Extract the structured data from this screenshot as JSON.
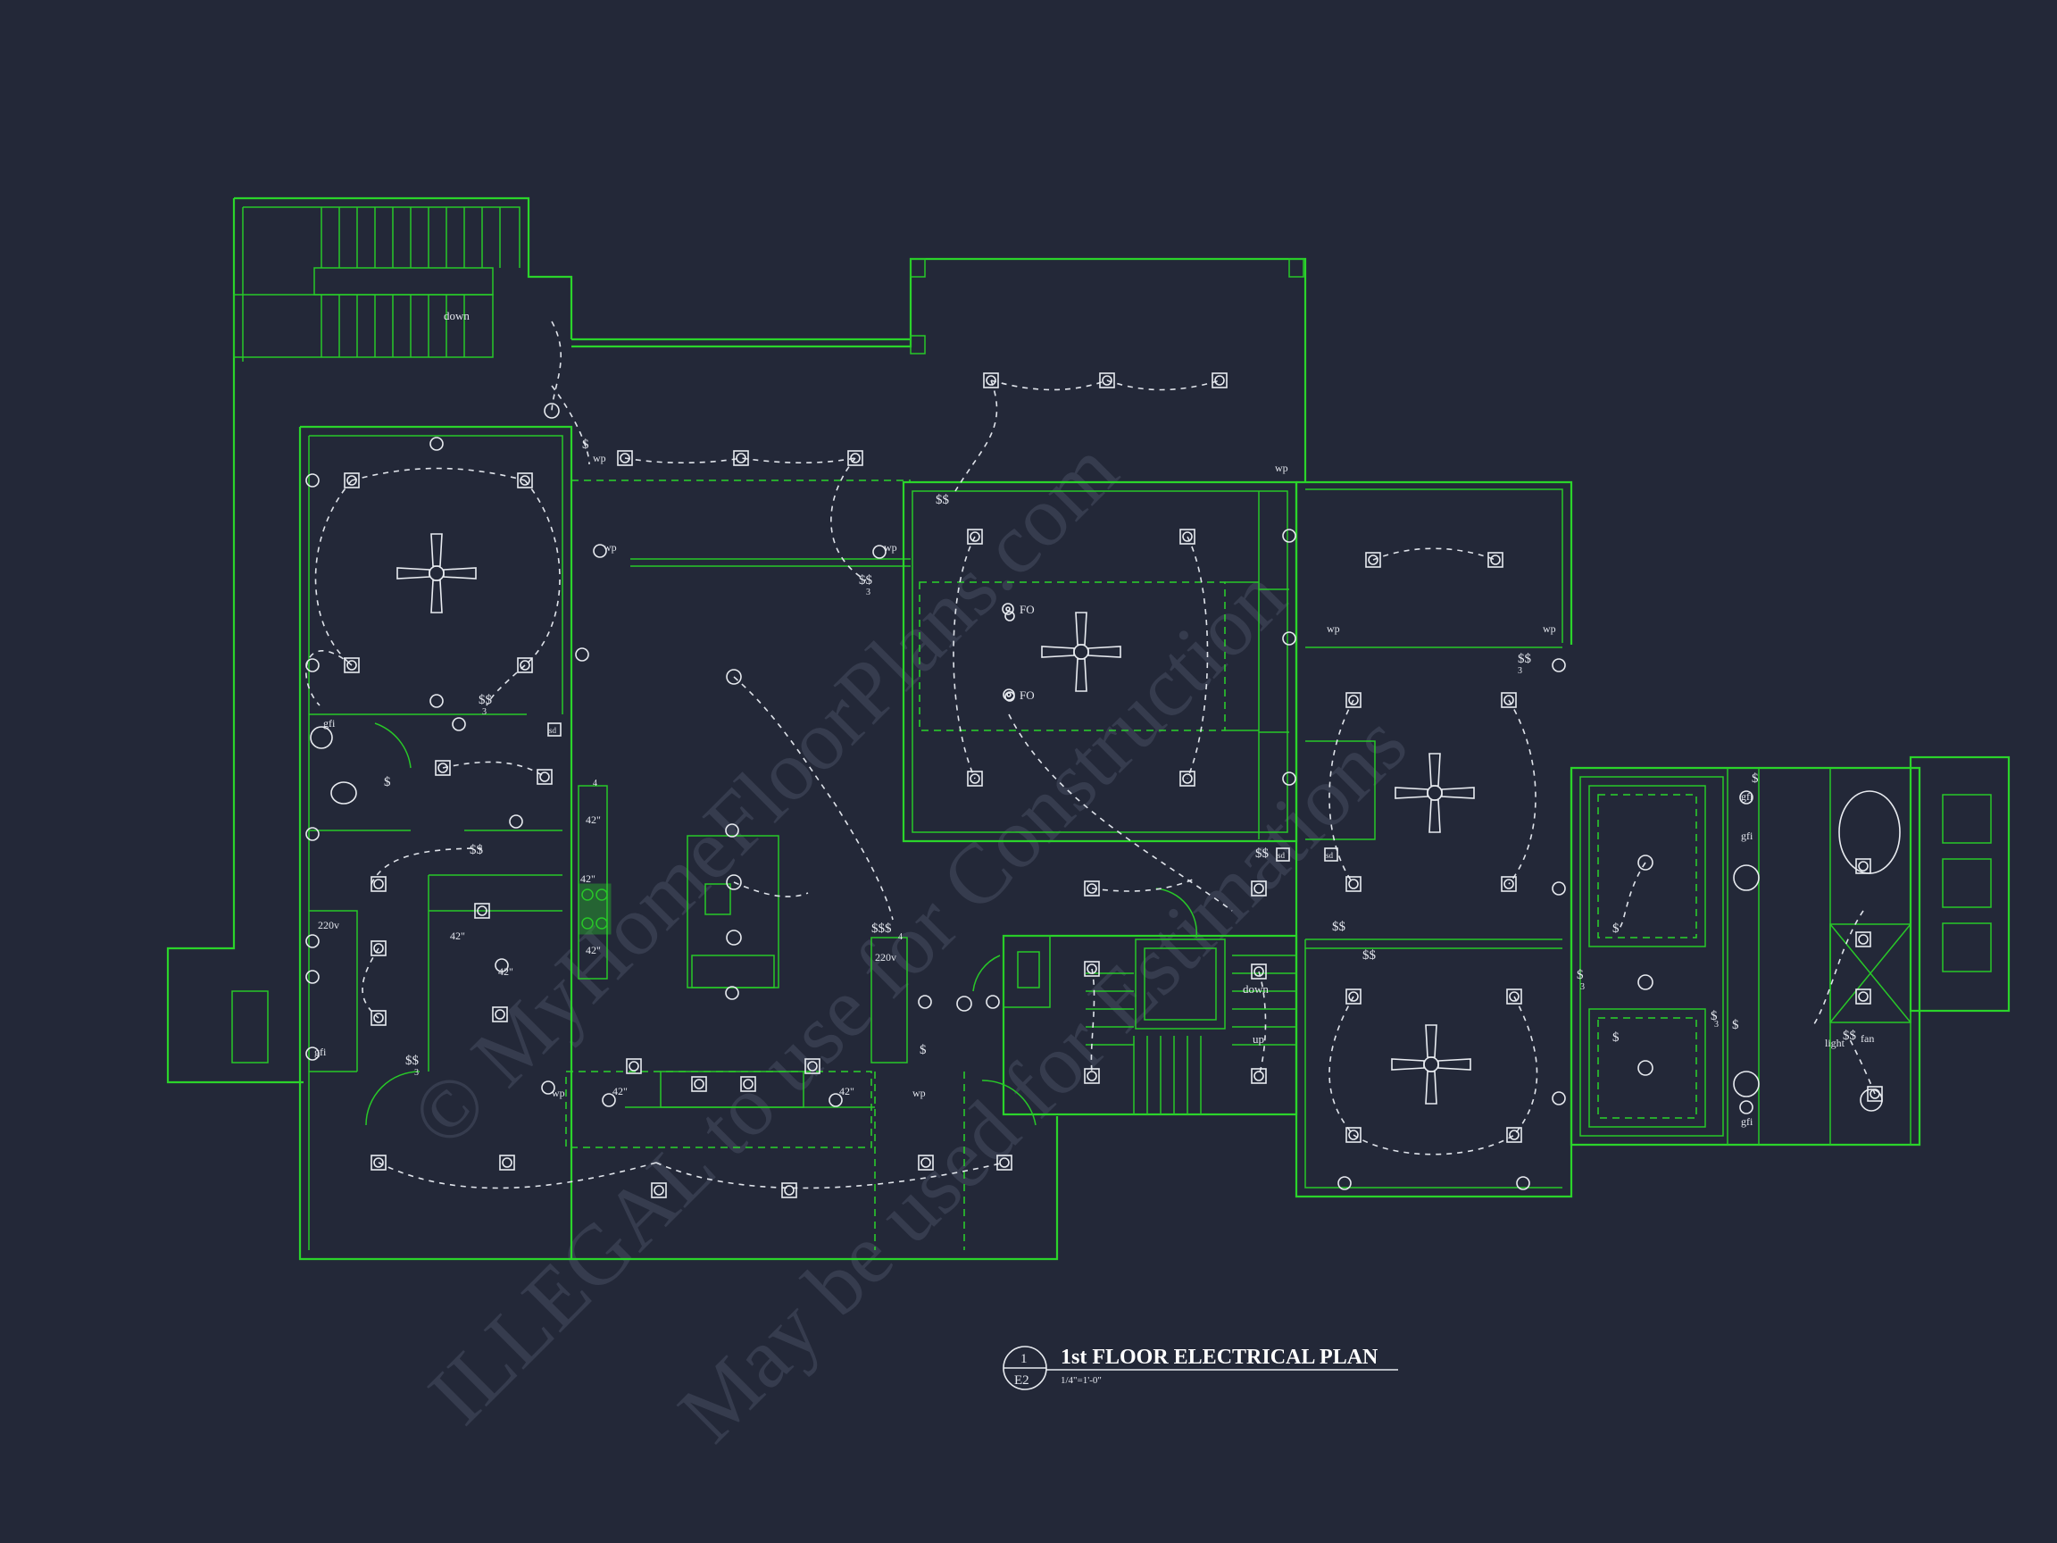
{
  "plan": {
    "title": "1st FLOOR ELECTRICAL PLAN",
    "scale": "1/4\"=1'-0\"",
    "sheet_number": "1",
    "sheet_ref": "E2"
  },
  "watermark": {
    "line1": "© MyHomeFloorPlans.com",
    "line2": "ILLEGAL to use for Construction",
    "line3": "May be used for Estimations"
  },
  "labels": {
    "down_top": "down",
    "down_stair": "down",
    "up_stair": "up",
    "wp": "wp",
    "gfi": "gfi",
    "fo": "FO",
    "sd": "sd",
    "v220": "220v",
    "in42": "42\"",
    "dollar": "$",
    "double_dollar": "$$",
    "triple_dollar": "$$$",
    "sub3": "3",
    "sub4": "4",
    "light": "light",
    "fan": "fan"
  },
  "colors": {
    "background": "#232838",
    "walls": "#2bd42b",
    "fixtures": "#e8ebf0",
    "watermark": "#3a4052"
  }
}
